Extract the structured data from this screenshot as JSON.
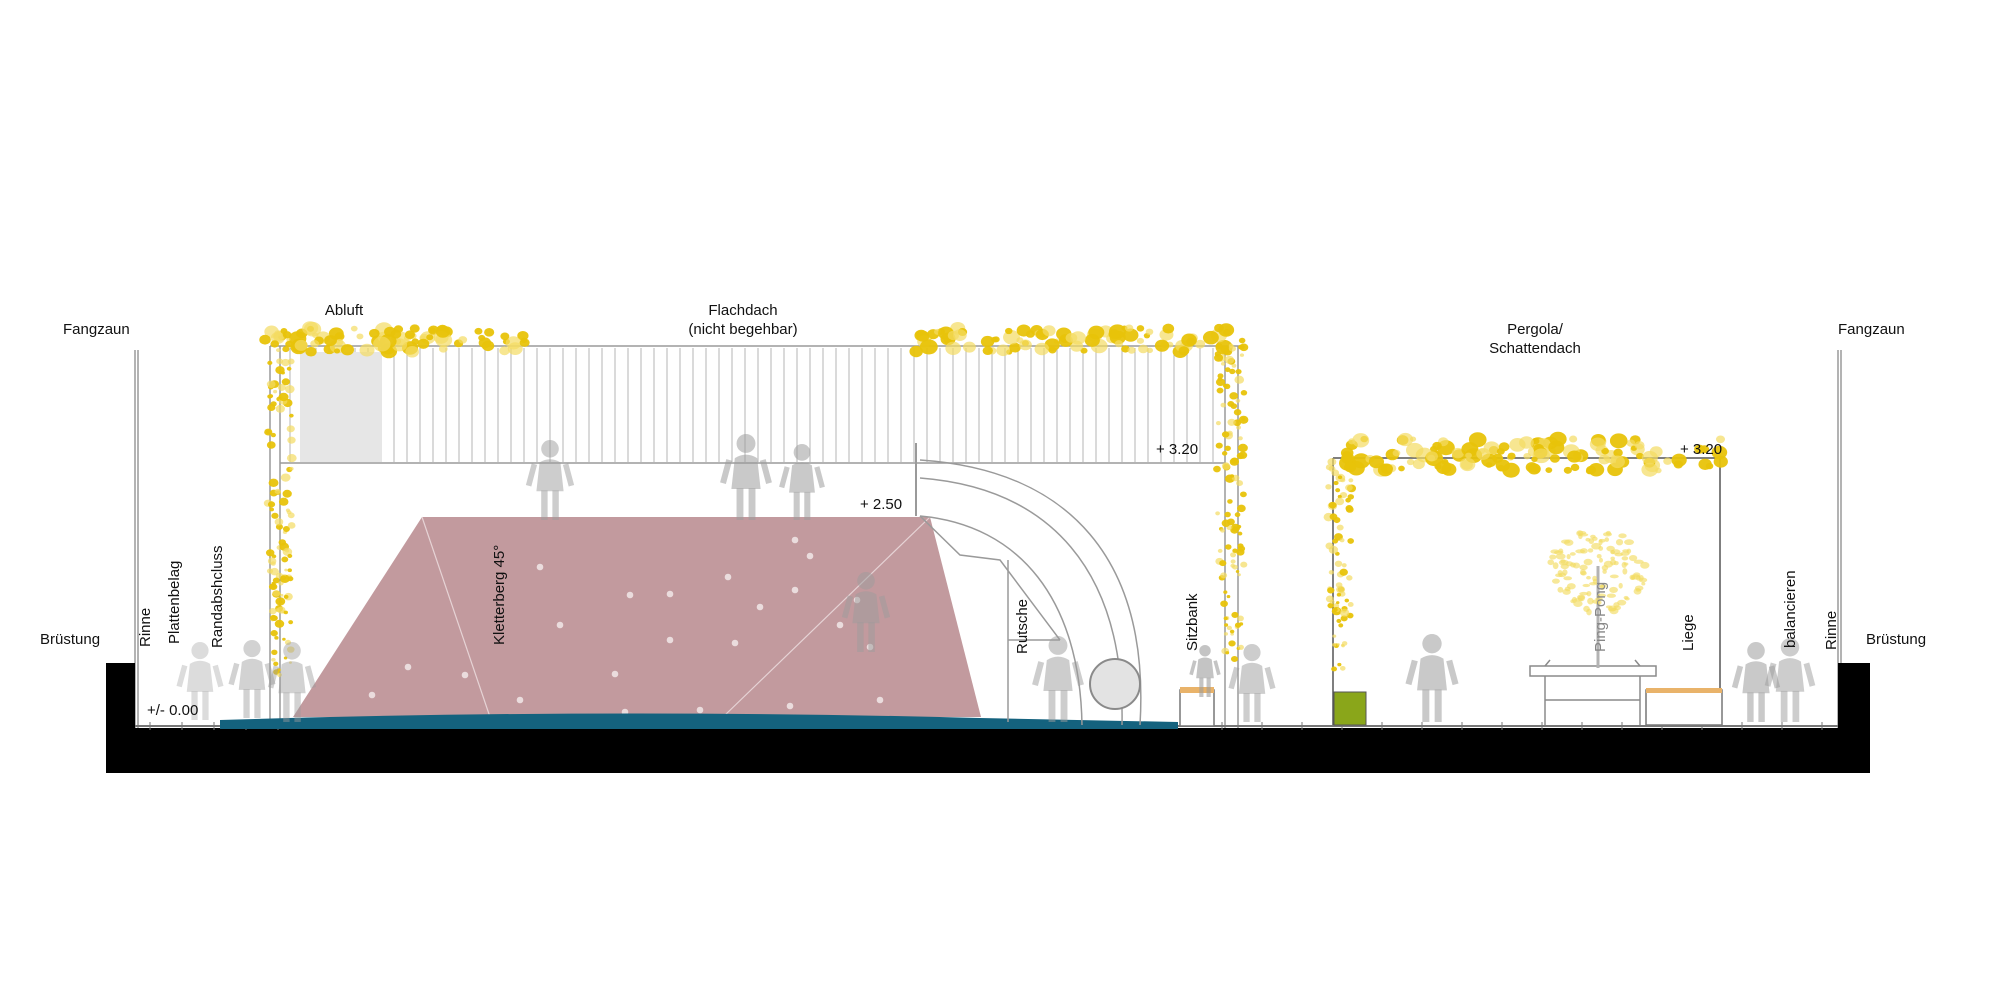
{
  "colors": {
    "slab": "#000000",
    "climb": "#c29a9e",
    "foliage": "#e8c30a",
    "foliage_light": "#f3dc63",
    "water": "#14627e",
    "planter": "#8aa61a",
    "bench": "#e9b36a",
    "figure": "#9c9c9c",
    "lines": "#9a9a9a"
  },
  "labels": {
    "fangzaun_left": "Fangzaun",
    "fangzaun_right": "Fangzaun",
    "abluft": "Abluft",
    "flachdach_line1": "Flachdach",
    "flachdach_line2": "(nicht begehbar)",
    "pergola_line1": "Pergola/",
    "pergola_line2": "Schattendach",
    "bruestung_left": "Brüstung",
    "bruestung_right": "Brüstung",
    "level_320_left": "+ 3.20",
    "level_320_right": "+ 3.20",
    "level_250": "+ 2.50",
    "level_000": "+/- 0.00",
    "rinne_left": "Rinne",
    "plattenbelag": "Plattenbelag",
    "randabschluss": "Randabshcluss",
    "kletterberg": "Kletterberg 45°",
    "rutsche": "Rutsche",
    "sitzbank": "Sitzbank",
    "ping_pong": "Ping-Pong",
    "liege": "Liege",
    "balancieren": "balancieren",
    "rinne_right": "Rinne"
  },
  "icons": {
    "tree": "tree-icon",
    "figure": "child-figure-icon",
    "sphere": "sphere-icon"
  }
}
